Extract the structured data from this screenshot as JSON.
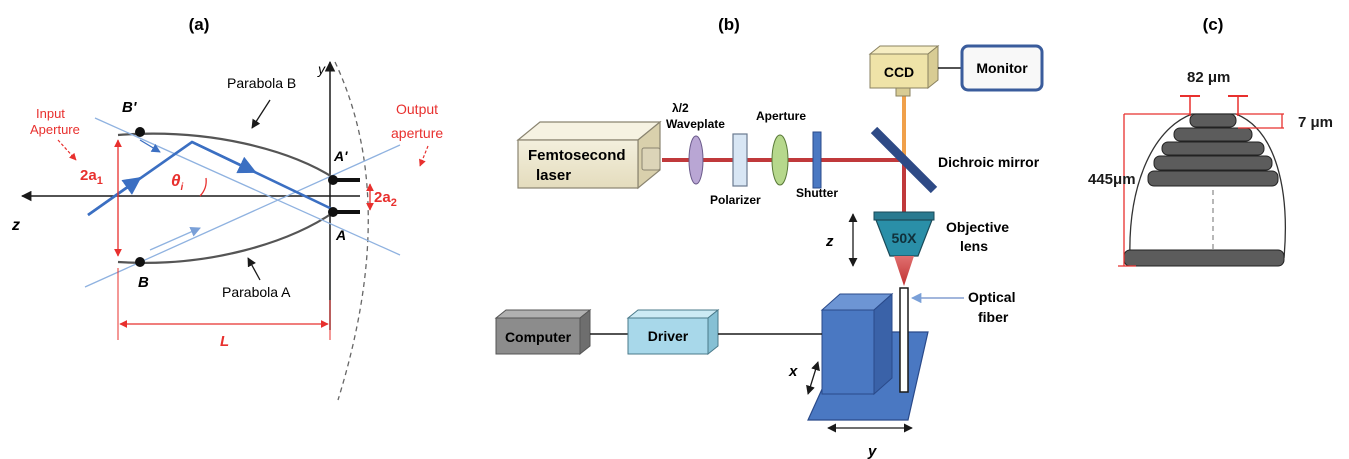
{
  "panel_a": {
    "label": "(a)",
    "parabola_b": "Parabola B",
    "parabola_a": "Parabola A",
    "input_aperture_line1": "Input",
    "input_aperture_line2": "Aperture",
    "output_aperture_line1": "Output",
    "output_aperture_line2": "aperture",
    "b_prime": "B'",
    "b": "B",
    "a_prime": "A'",
    "a": "A",
    "two_a1": "2a",
    "two_a1_sub": "1",
    "two_a2": "2a",
    "two_a2_sub": "2",
    "theta": "θ",
    "theta_sub": "i",
    "z_axis": "z",
    "y_axis": "y",
    "length": "L"
  },
  "panel_b": {
    "label": "(b)",
    "laser_line1": "Femtosecond",
    "laser_line2": "laser",
    "half_wave_line1": "λ/2",
    "half_wave_line2": "Waveplate",
    "polarizer": "Polarizer",
    "aperture": "Aperture",
    "shutter": "Shutter",
    "ccd": "CCD",
    "monitor": "Monitor",
    "dichroic": "Dichroic mirror",
    "objective_mag": "50X",
    "objective_line1": "Objective",
    "objective_line2": "lens",
    "z_axis": "z",
    "fiber_line1": "Optical",
    "fiber_line2": "fiber",
    "computer": "Computer",
    "driver": "Driver",
    "x_axis": "x",
    "y_axis": "y"
  },
  "panel_c": {
    "label": "(c)",
    "top_width": "82 μm",
    "step": "7 μm",
    "height": "445μm"
  },
  "colors": {
    "red_annotation": "#e8302e",
    "beam_red": "#c0393b",
    "stage_blue": "#4a78c2",
    "driver_cyan": "#a8d8ea",
    "computer_gray": "#8c8c8c",
    "ccd_khaki": "#efe3a8",
    "monitor_border": "#3a5c9c"
  }
}
